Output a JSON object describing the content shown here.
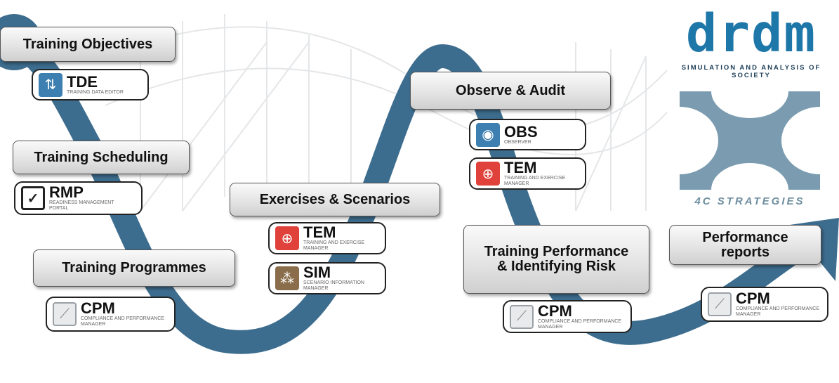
{
  "stages": {
    "objectives": "Training Objectives",
    "scheduling": "Training Scheduling",
    "programmes": "Training Programmes",
    "exercises": "Exercises & Scenarios",
    "observe": "Observe & Audit",
    "performance_line1": "Training Performance",
    "performance_line2": "& Identifying Risk",
    "reports_line1": "Performance",
    "reports_line2": "reports"
  },
  "tools": {
    "tde": {
      "name": "TDE",
      "sub": "Training Data Editor"
    },
    "rmp": {
      "name": "RMP",
      "sub": "Readiness Management Portal"
    },
    "cpm": {
      "name": "CPM",
      "sub": "Compliance and Performance Manager"
    },
    "tem": {
      "name": "TEM",
      "sub": "Training and Exercise Manager"
    },
    "sim": {
      "name": "SIM",
      "sub": "Scenario Information Manager"
    },
    "obs": {
      "name": "OBS",
      "sub": "Observer"
    }
  },
  "logos": {
    "drdm": "drdm",
    "drdm_tagline": "Simulation and Analysis of Society",
    "fourc": "4C STRATEGIES"
  },
  "colors": {
    "curve": "#3d6d8e",
    "tem": "#e0413a",
    "obs": "#3d7fb0",
    "sim": "#8a6d4a",
    "cpm": "#9aa0a6"
  }
}
